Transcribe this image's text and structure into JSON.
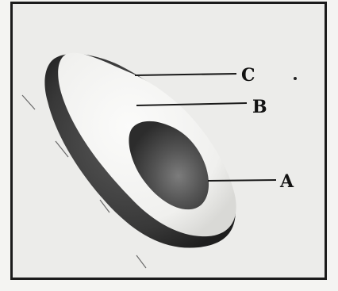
{
  "diagram": {
    "subject": "avocado-cross-section",
    "labels": {
      "c": "C",
      "b": "B",
      "a": "A"
    },
    "colors": {
      "skin": "#3b3b3b",
      "flesh": "#f3f3f1",
      "seed": "#4a4a4a",
      "frame": "#1b1b1b",
      "paper": "#ececea"
    }
  }
}
